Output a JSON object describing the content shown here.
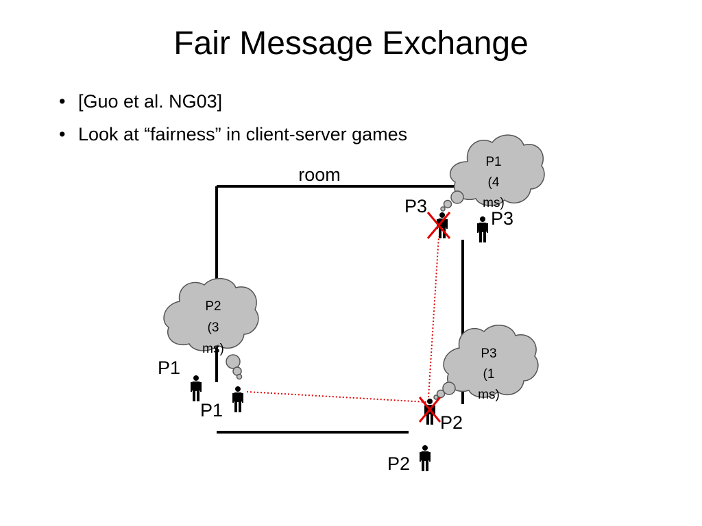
{
  "slide": {
    "title": "Fair Message Exchange",
    "bullets": [
      "[Guo et al. NG03]",
      "Look at “fairness” in client-server games"
    ]
  },
  "diagram": {
    "room_label": "room",
    "player_labels": {
      "p3_old": "P3",
      "p3_new": "P3",
      "p1_old": "P1",
      "p1_new": "P1",
      "p2_old": "P2",
      "p2_new": "P2"
    },
    "bubbles": {
      "top": [
        "P1",
        "(4",
        "ms)"
      ],
      "left": [
        "P2",
        "(3",
        "ms)"
      ],
      "right": [
        "P3",
        "(1",
        "ms)"
      ]
    },
    "colors": {
      "wall": "#000000",
      "cloud_fill": "#c0c0c0",
      "cross": "#e00000",
      "message_line": "#e00000"
    }
  }
}
